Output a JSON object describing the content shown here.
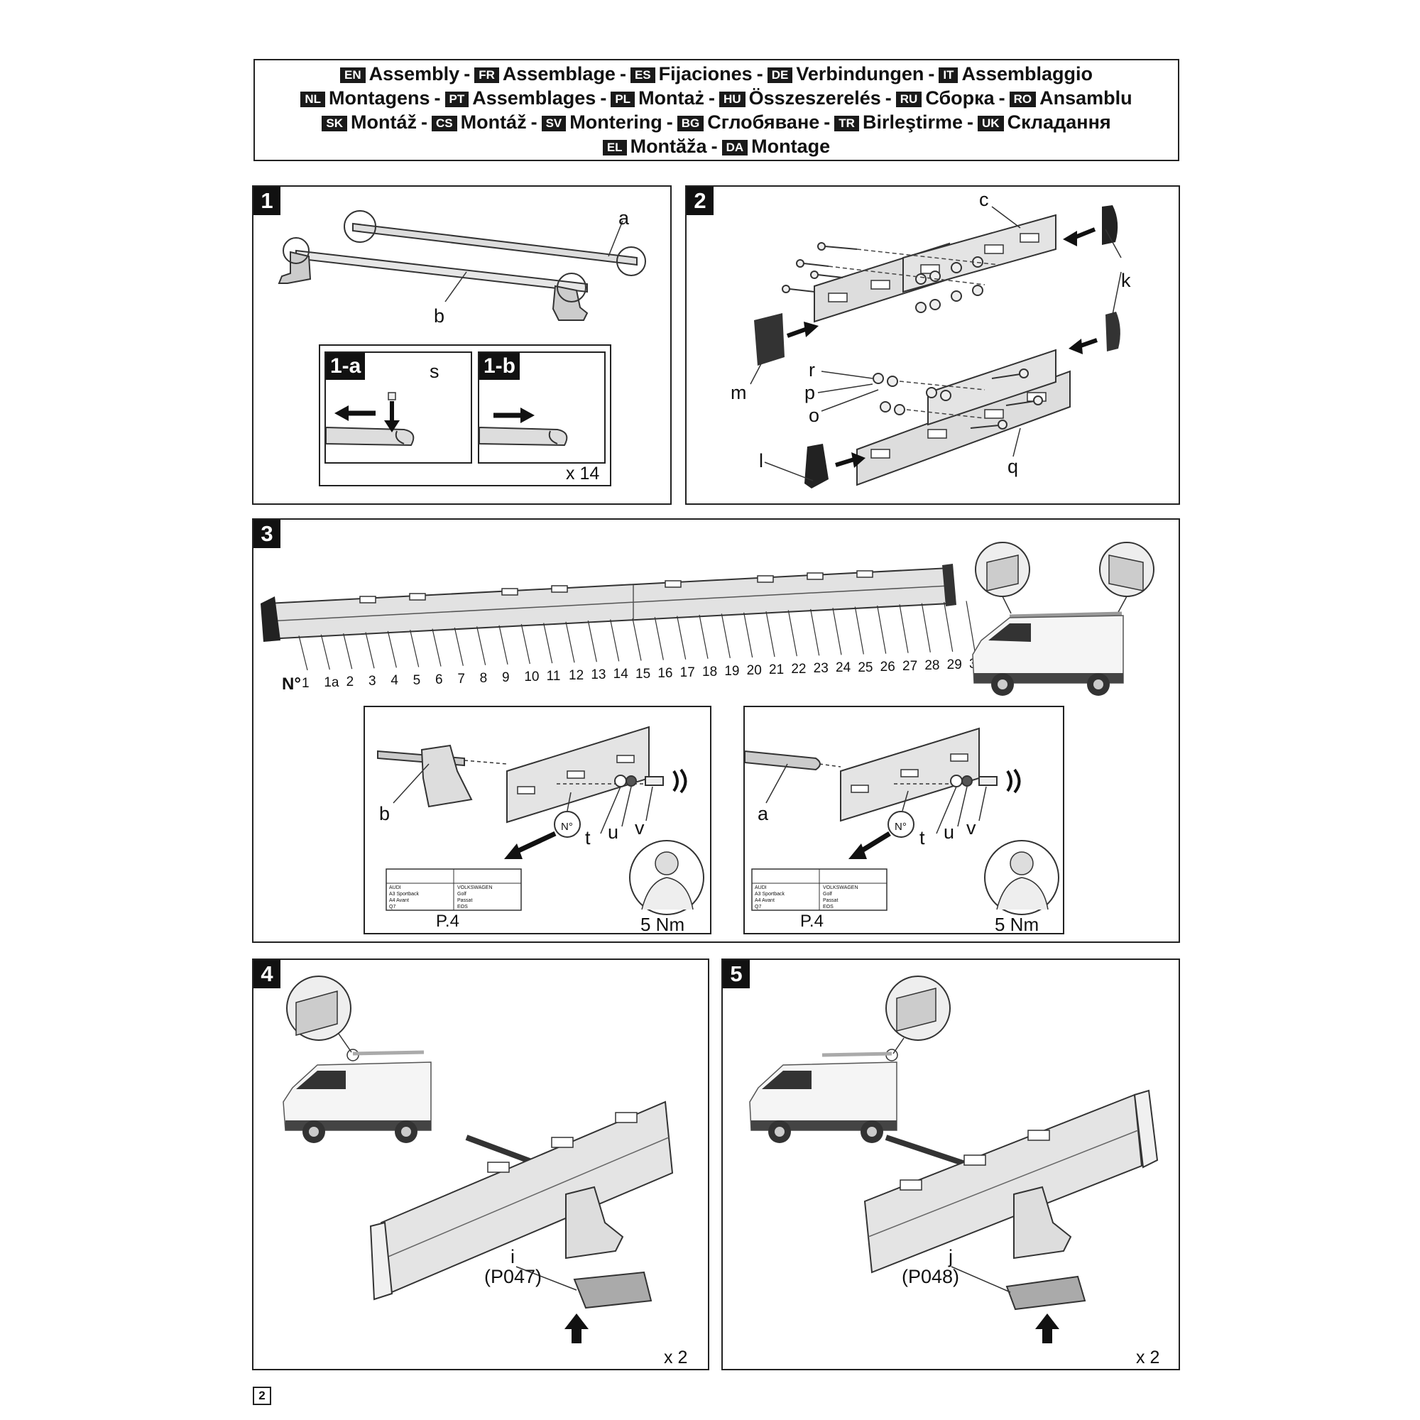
{
  "header": {
    "lines": [
      [
        {
          "code": "EN",
          "text": "Assembly"
        },
        {
          "code": "FR",
          "text": "Assemblage"
        },
        {
          "code": "ES",
          "text": "Fijaciones"
        },
        {
          "code": "DE",
          "text": "Verbindungen"
        },
        {
          "code": "IT",
          "text": "Assemblaggio"
        }
      ],
      [
        {
          "code": "NL",
          "text": "Montagens"
        },
        {
          "code": "PT",
          "text": "Assemblages"
        },
        {
          "code": "PL",
          "text": "Montaż"
        },
        {
          "code": "HU",
          "text": "Összeszerelés"
        },
        {
          "code": "RU",
          "text": "Сборка"
        },
        {
          "code": "RO",
          "text": "Ansamblu"
        }
      ],
      [
        {
          "code": "SK",
          "text": "Montáž"
        },
        {
          "code": "CS",
          "text": "Montáž"
        },
        {
          "code": "SV",
          "text": "Montering"
        },
        {
          "code": "BG",
          "text": "Сглобяване"
        },
        {
          "code": "TR",
          "text": "Birleştirme"
        },
        {
          "code": "UK",
          "text": "Складання"
        }
      ],
      [
        {
          "code": "EL",
          "text": "Montăža"
        },
        {
          "code": "DA",
          "text": "Montage"
        }
      ]
    ],
    "separator": "-"
  },
  "step1": {
    "number": "1",
    "label_a": "a",
    "label_b": "b",
    "sub_a": "1-a",
    "sub_b": "1-b",
    "label_s": "s",
    "count": "x 14"
  },
  "step2": {
    "number": "2",
    "labels": {
      "c": "c",
      "k": "k",
      "m": "m",
      "r": "r",
      "p": "p",
      "o": "o",
      "l": "l",
      "q": "q"
    }
  },
  "step3": {
    "number": "3",
    "no_label": "N°",
    "positions": [
      "1",
      "1a",
      "2",
      "3",
      "4",
      "5",
      "6",
      "7",
      "8",
      "9",
      "10",
      "11",
      "12",
      "13",
      "14",
      "15",
      "16",
      "17",
      "18",
      "19",
      "20",
      "21",
      "22",
      "23",
      "24",
      "25",
      "26",
      "27",
      "28",
      "29",
      "30"
    ],
    "left_panel": {
      "bar_label": "b",
      "t": "t",
      "u": "u",
      "v": "v",
      "no_circle": "N°",
      "page_ref": "P.4",
      "torque": "5 Nm"
    },
    "right_panel": {
      "bar_label": "a",
      "t": "t",
      "u": "u",
      "v": "v",
      "no_circle": "N°",
      "page_ref": "P.4",
      "torque": "5 Nm"
    },
    "table": {
      "brand_left": "AUDI",
      "brand_right": "VOLKSWAGEN",
      "rows_left": [
        "A3 Sportback",
        "A4 Avant",
        "Q7"
      ],
      "rows_right": [
        "Golf",
        "Passat",
        "EOS"
      ]
    }
  },
  "step4": {
    "number": "4",
    "part": "i",
    "code": "(P047)",
    "count": "x 2"
  },
  "step5": {
    "number": "5",
    "part": "j",
    "code": "(P048)",
    "count": "x 2"
  },
  "page_number": "2"
}
